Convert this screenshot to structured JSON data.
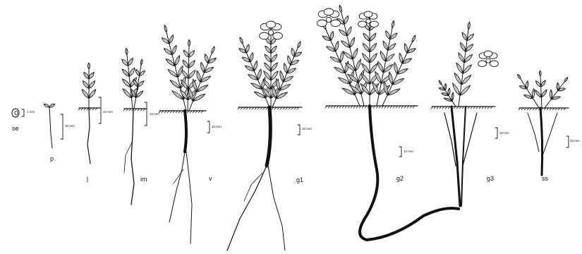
{
  "figure": {
    "stages": [
      {
        "id": "se",
        "label": "se",
        "scale": "1 mm"
      },
      {
        "id": "p",
        "label": "p",
        "scale": "10 mm"
      },
      {
        "id": "j",
        "label": "j",
        "scale": "10 mm"
      },
      {
        "id": "im",
        "label": "im",
        "scale": "10 mm"
      },
      {
        "id": "v",
        "label": "v",
        "scale": "10 mm"
      },
      {
        "id": "g1",
        "label": "g1",
        "scale": "10 mm"
      },
      {
        "id": "g2",
        "label": "g2",
        "scale": "10 mm"
      },
      {
        "id": "g3",
        "label": "g3",
        "scale": "10 mm"
      },
      {
        "id": "ss",
        "label": "ss",
        "scale": "10 mm"
      }
    ]
  },
  "colors": {
    "ink": "#111111",
    "paper": "#ffffff"
  }
}
